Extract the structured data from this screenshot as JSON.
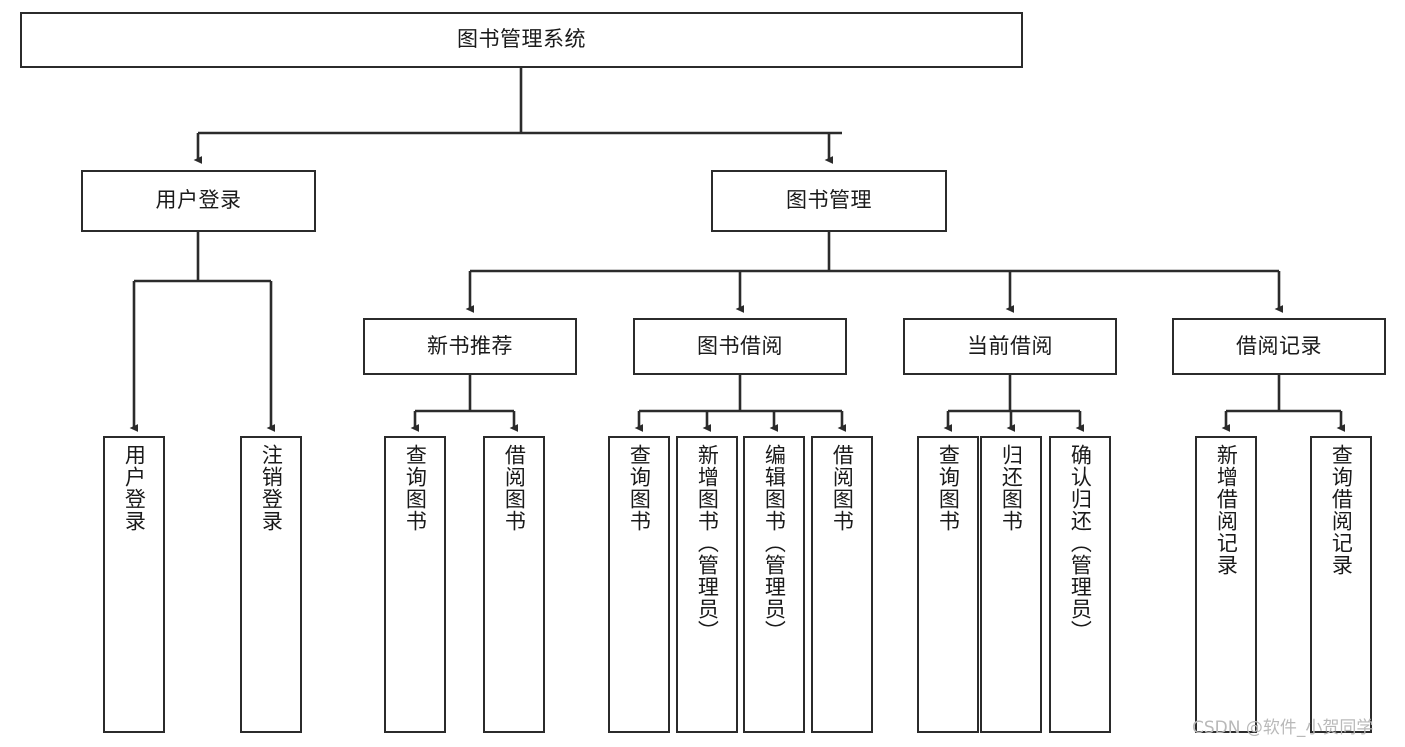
{
  "diagram": {
    "title": "图书管理系统",
    "type": "tree-hierarchy-chart",
    "orientation": "top-down",
    "colors": {
      "box_border": "#2b2b2b",
      "box_fill": "#ffffff",
      "edge": "#2b2b2b",
      "text": "#1a1a1a",
      "watermark": "#b9b9b9",
      "background": "#ffffff"
    }
  },
  "watermark": {
    "text": "CSDN @软件_小贺同学"
  },
  "nodes": {
    "root": {
      "label": "图书管理系统"
    },
    "level1": [
      {
        "label": "用户登录"
      },
      {
        "label": "图书管理"
      }
    ],
    "level2": [
      {
        "label": "新书推荐"
      },
      {
        "label": "图书借阅"
      },
      {
        "label": "当前借阅"
      },
      {
        "label": "借阅记录"
      }
    ],
    "leaves_user_login": [
      {
        "label": "用户登录"
      },
      {
        "label": "注销登录"
      }
    ],
    "leaves_new_book": [
      {
        "label": "查询图书"
      },
      {
        "label": "借阅图书"
      }
    ],
    "leaves_borrow": [
      {
        "label": "查询图书"
      },
      {
        "label": "新增图书（管理员）"
      },
      {
        "label": "编辑图书（管理员）"
      },
      {
        "label": "借阅图书"
      }
    ],
    "leaves_current": [
      {
        "label": "查询图书"
      },
      {
        "label": "归还图书"
      },
      {
        "label": "确认归还（管理员）"
      }
    ],
    "leaves_record": [
      {
        "label": "新增借阅记录"
      },
      {
        "label": "查询借阅记录"
      }
    ]
  }
}
